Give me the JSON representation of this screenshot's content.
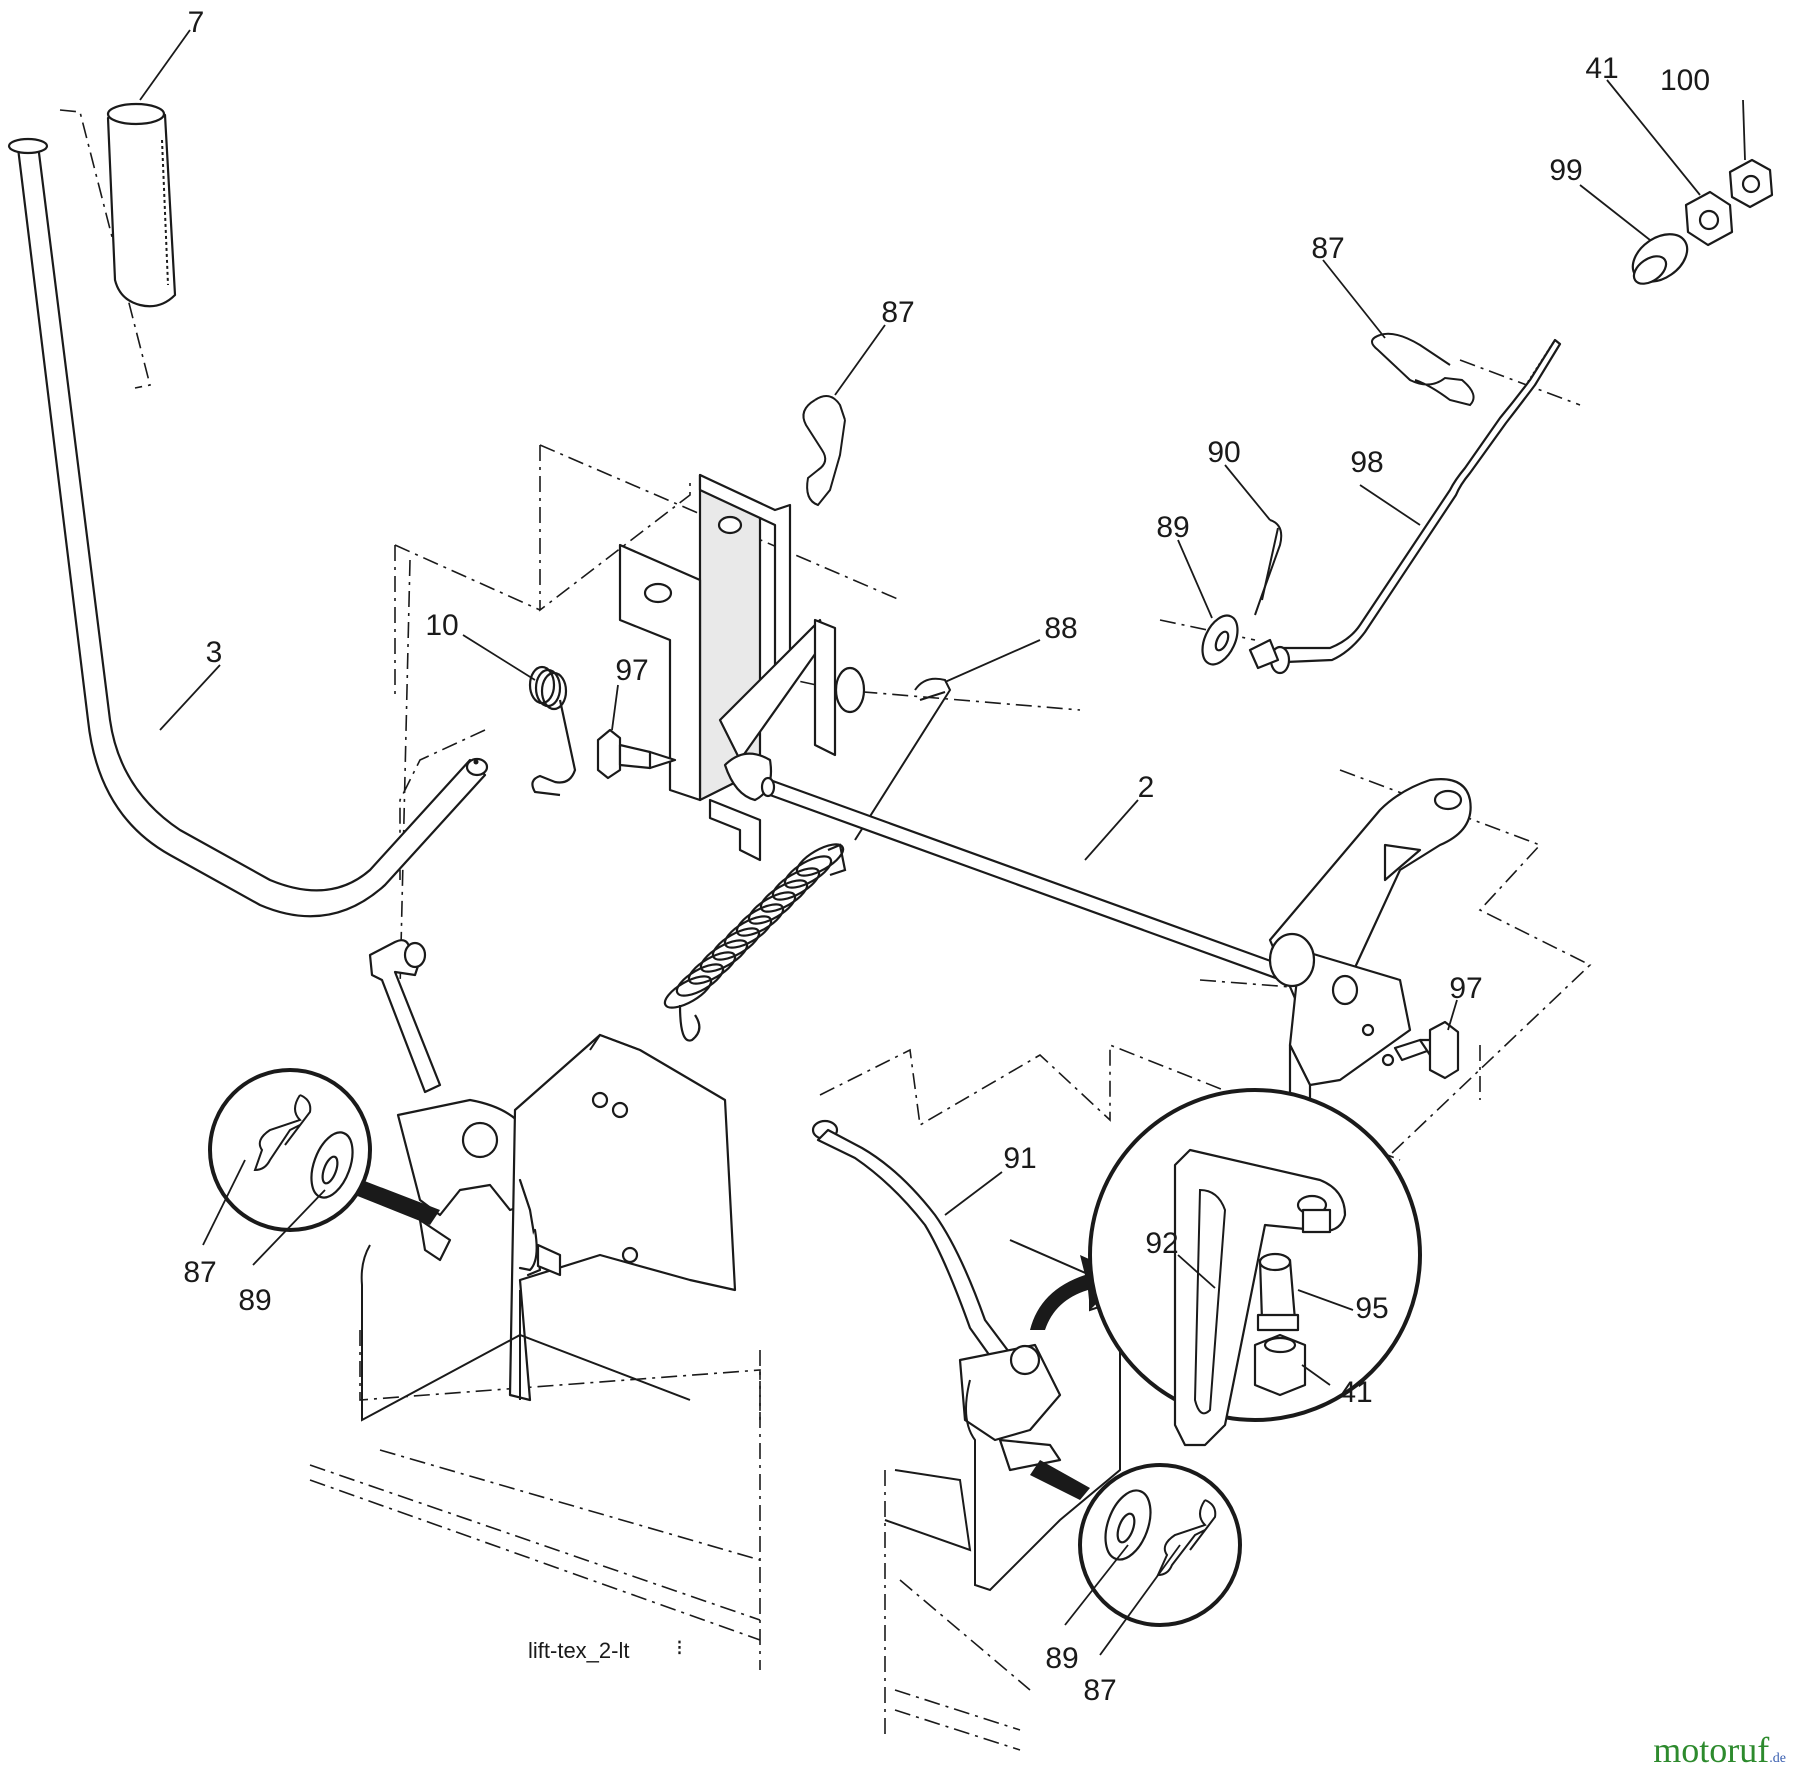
{
  "callouts": {
    "c7": "7",
    "c3": "3",
    "c10": "10",
    "c97a": "97",
    "c87a": "87",
    "c88": "88",
    "c2": "2",
    "c87b": "87",
    "c90": "90",
    "c89a": "89",
    "c98": "98",
    "c41a": "41",
    "c100": "100",
    "c99": "99",
    "c97b": "97",
    "c91": "91",
    "c87c": "87",
    "c89b": "89",
    "c92": "92",
    "c95": "95",
    "c41b": "41",
    "c89c": "89",
    "c87d": "87"
  },
  "caption": "lift-tex_2-lt",
  "watermark": {
    "main": "motoruf",
    "tld": ".de"
  },
  "colors": {
    "ink": "#1a1a1a",
    "watermark_green": "#2d8a2d",
    "watermark_blue": "#3a5fb0"
  }
}
